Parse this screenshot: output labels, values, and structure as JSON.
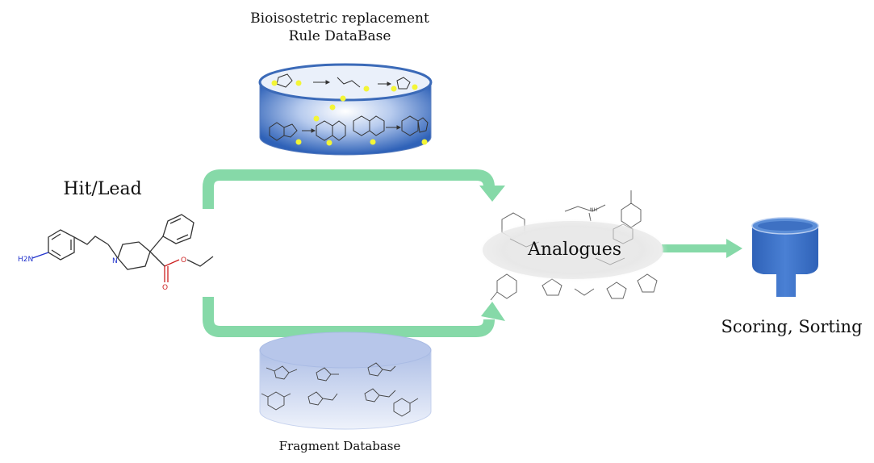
{
  "bioisostere_db": {
    "title_line1": "Bioisostetric replacement",
    "title_line2": "Rule DataBase"
  },
  "hit_lead": {
    "title": "Hit/Lead",
    "amine_label": "H2N"
  },
  "fragment_db": {
    "title": "Fragment Database"
  },
  "analogues": {
    "label": "Analogues",
    "nh_label": "NH"
  },
  "scoring": {
    "title": "Scoring, Sorting"
  },
  "colors": {
    "arrow_green": "#86d9a8",
    "db_blue": "#3f74c9",
    "funnel_blue": "#3d73c6",
    "fragment_db": "#b9c8ea",
    "amine_blue": "#2233cc",
    "ester_red": "#cc1f1f",
    "highlight_yellow": "#f3f536"
  },
  "icons": [
    "database-cylinder-icon",
    "funnel-icon",
    "arrow-icon"
  ]
}
